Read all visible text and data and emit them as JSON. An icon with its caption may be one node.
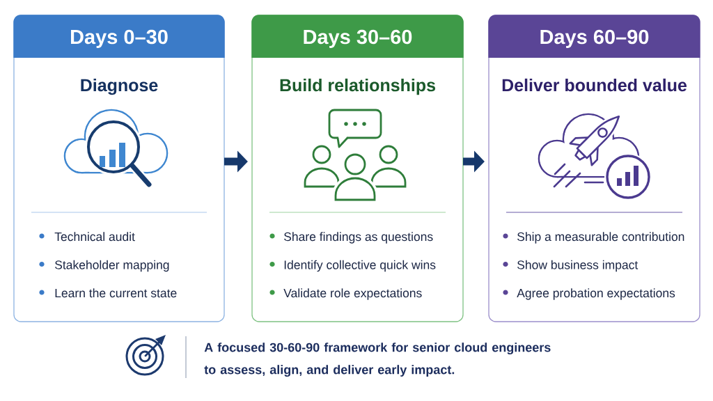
{
  "diagram": {
    "nodes": [
      {
        "text": [
          "Days 0–30",
          "Diagnose",
          "Technical audit",
          "Stakeholder mapping",
          "Learn the current state"
        ]
      },
      {
        "text": [
          "Days 30–60",
          "Build relationships",
          "Share findings as questions",
          "Identify collective quick wins",
          "Validate role expectations"
        ]
      },
      {
        "text": [
          "Days 60–90",
          "Deliver bounded value",
          "Ship a measurable contribution",
          "Show business impact",
          "Agree probation expectations"
        ]
      }
    ],
    "edges": [
      {
        "from": 0,
        "to": 1,
        "arrow": "to"
      },
      {
        "from": 1,
        "to": 2,
        "arrow": "to"
      }
    ],
    "caption": "A focused 30-60-90 framework for senior cloud engineers to assess, align, and deliver early impact."
  }
}
